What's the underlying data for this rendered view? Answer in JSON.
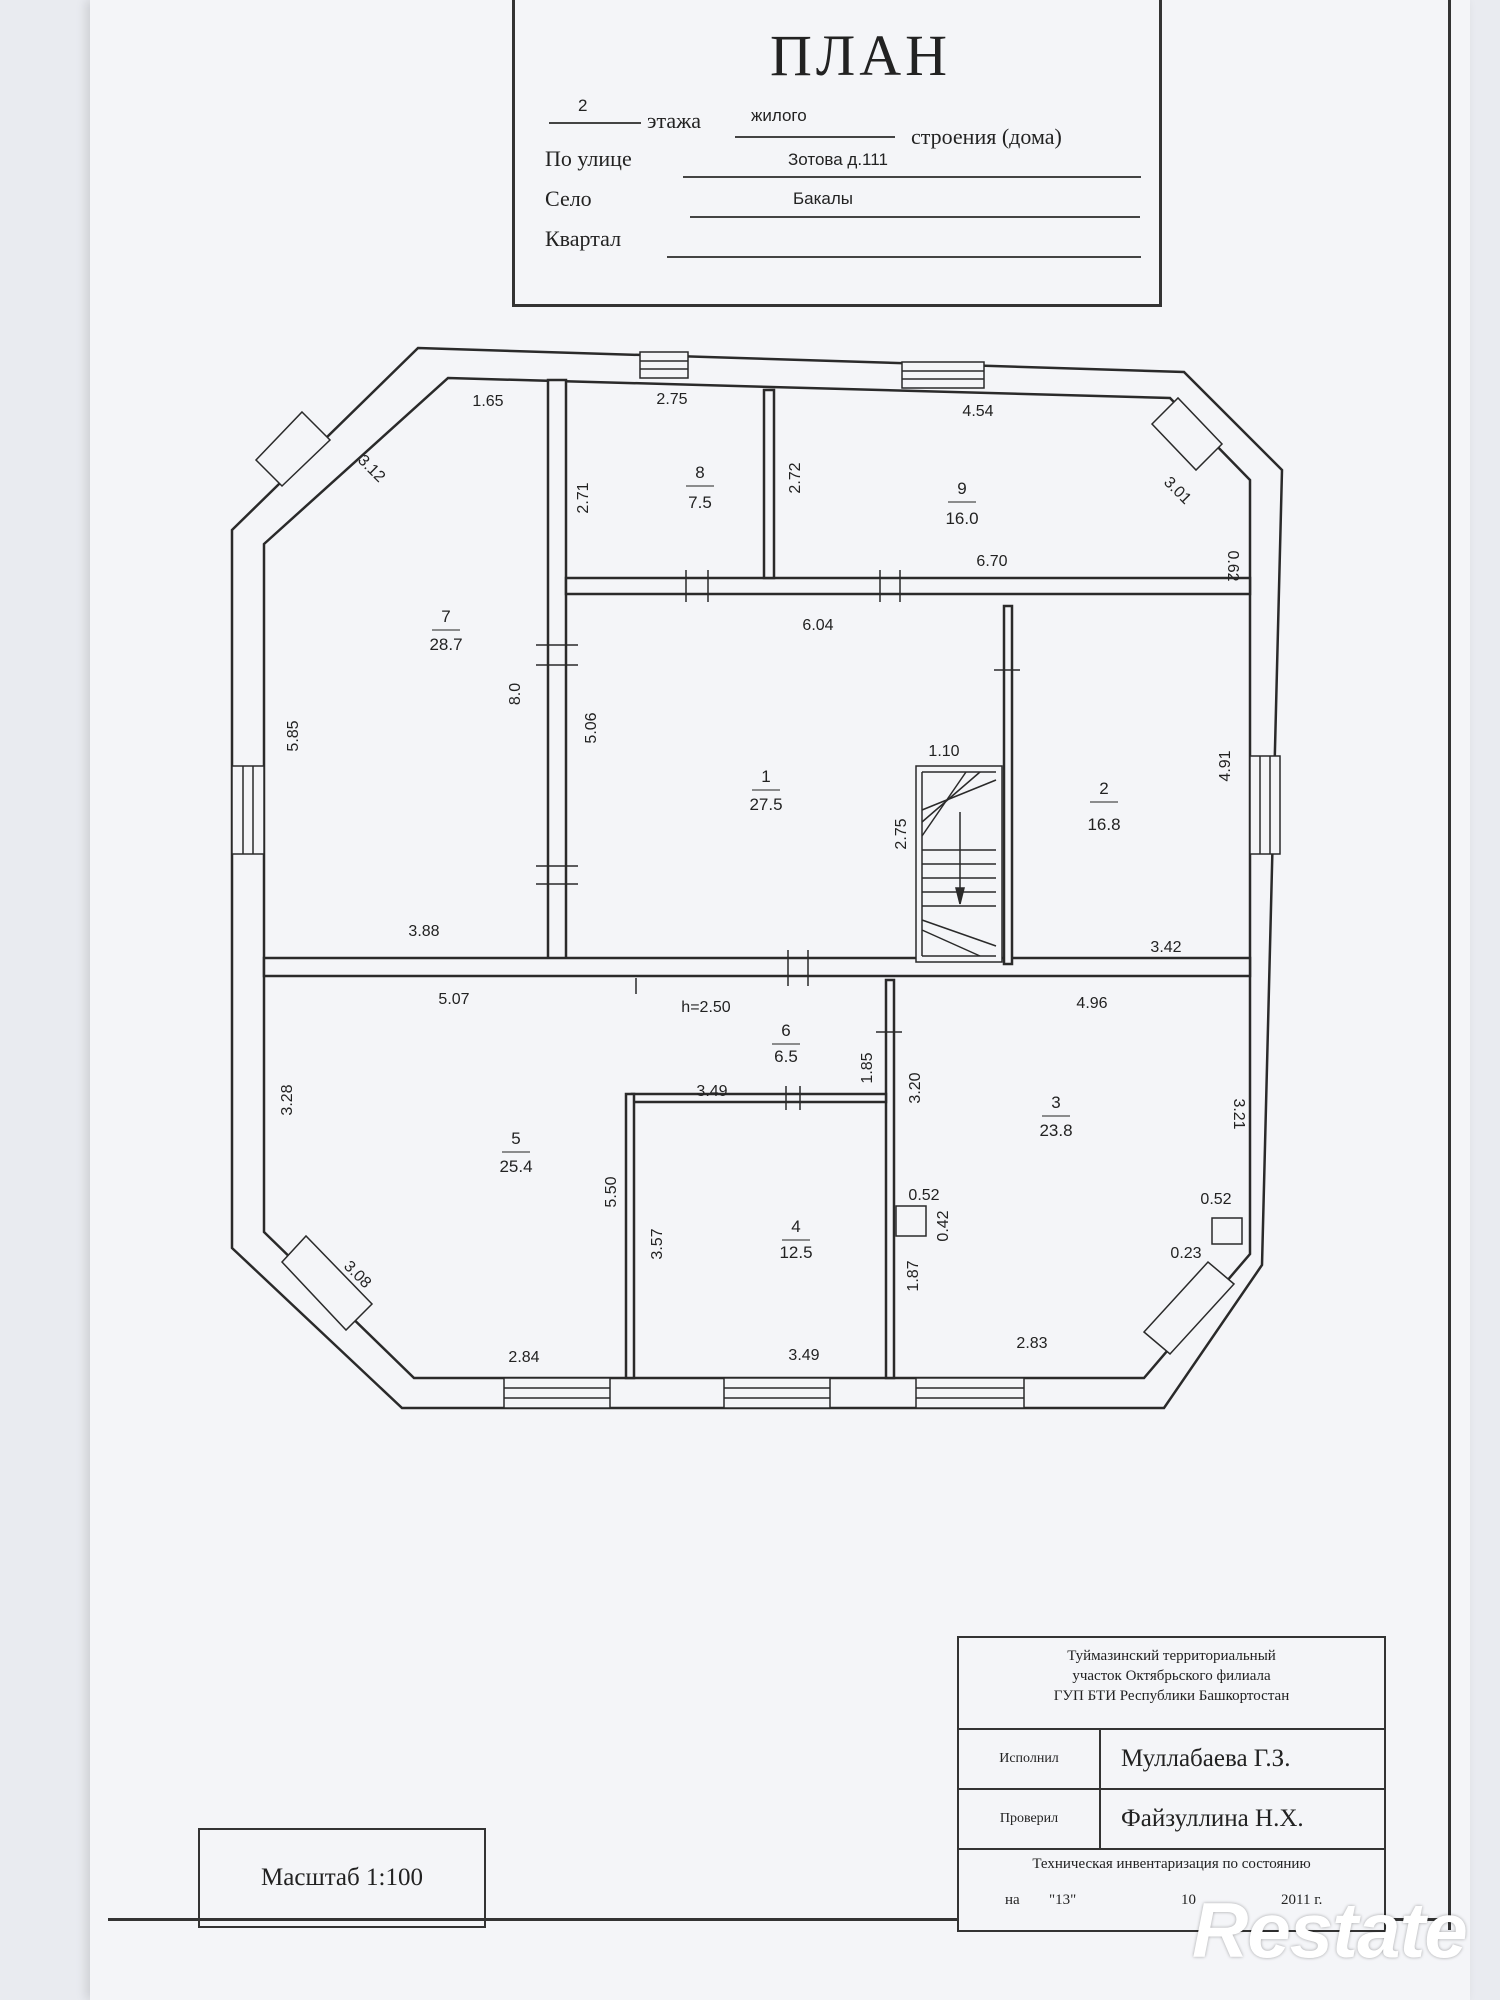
{
  "header": {
    "title": "ПЛАН",
    "floor_count": "2",
    "floor_word": "этажа",
    "building_type": "жилого",
    "building_word": "строения (дома)",
    "street_label": "По улице",
    "street_value": "Зотова д.111",
    "village_label": "Село",
    "village_value": "Бакалы",
    "block_label": "Квартал",
    "block_value": ""
  },
  "rooms": [
    {
      "number": "1",
      "area": "27.5"
    },
    {
      "number": "2",
      "area": "16.8"
    },
    {
      "number": "3",
      "area": "23.8"
    },
    {
      "number": "4",
      "area": "12.5"
    },
    {
      "number": "5",
      "area": "25.4"
    },
    {
      "number": "6",
      "area": "6.5"
    },
    {
      "number": "7",
      "area": "28.7"
    },
    {
      "number": "8",
      "area": "7.5"
    },
    {
      "number": "9",
      "area": "16.0"
    }
  ],
  "ceiling_height": "h=2.50",
  "dimensions": [
    "1.65",
    "2.75",
    "4.54",
    "3.12",
    "2.71",
    "2.72",
    "3.01",
    "6.70",
    "0.62",
    "6.04",
    "8.0",
    "5.06",
    "5.85",
    "1.10",
    "4.91",
    "2.75",
    "3.88",
    "3.42",
    "5.07",
    "4.96",
    "1.85",
    "3.20",
    "3.49",
    "3.28",
    "3.21",
    "5.50",
    "0.52",
    "0.42",
    "0.52",
    "3.57",
    "0.23",
    "1.87",
    "3.08",
    "2.84",
    "3.49",
    "2.83"
  ],
  "stamp": {
    "org_line1": "Туймазинский территориальный",
    "org_line2": "участок Октябрьского филиала",
    "org_line3": "ГУП БТИ Республики Башкортостан",
    "executed_label": "Исполнил",
    "executed_name": "Муллабаева Г.З.",
    "checked_label": "Проверил",
    "checked_name": "Файзуллина Н.Х.",
    "inventory_text": "Техническая инвентаризация по состоянию",
    "date_prefix": "на",
    "date_day": "\"13\"",
    "date_month": "10",
    "date_year": "2011 г."
  },
  "scale": "Масштаб 1:100",
  "watermark": "Restate"
}
